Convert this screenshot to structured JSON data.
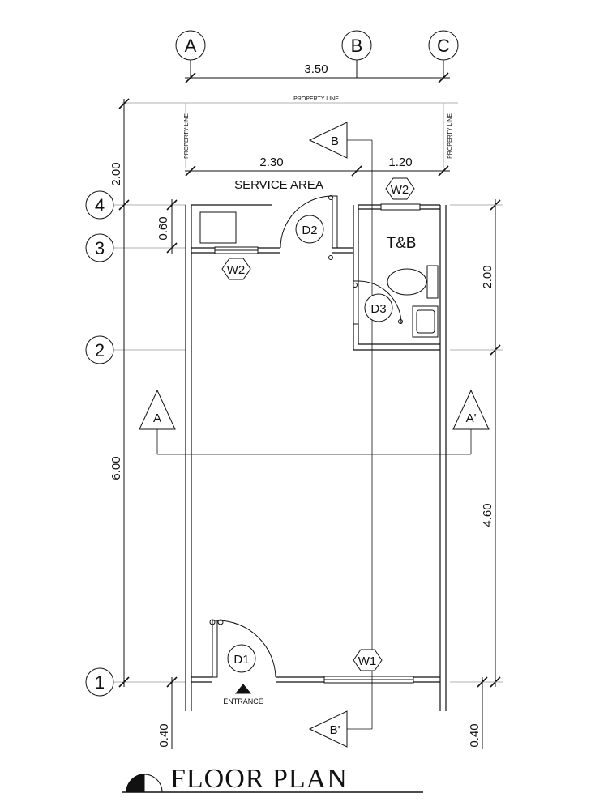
{
  "plan": {
    "title": "FLOOR PLAN",
    "entrance_label": "ENTRANCE",
    "property_line_label": "PROPERTY LINE",
    "rooms": {
      "service_area": "SERVICE AREA",
      "tb": "T&B"
    },
    "grid_columns": [
      "A",
      "B",
      "C"
    ],
    "grid_rows": [
      "4",
      "3",
      "2",
      "1"
    ],
    "dimensions": {
      "overall_width": "3.50",
      "service_width": "2.30",
      "tb_width": "1.20",
      "top_setback": "2.00",
      "service_depth": "0.60",
      "main_depth": "6.00",
      "tb_depth": "2.00",
      "right_depth": "4.60",
      "front_left": "0.40",
      "front_right": "0.40"
    },
    "tags": {
      "w2_service": "W2",
      "w2_tb": "W2",
      "w1": "W1",
      "d1": "D1",
      "d2": "D2",
      "d3": "D3"
    },
    "sections": {
      "a": "A",
      "a_prime": "A'",
      "b": "B",
      "b_prime": "B'"
    }
  }
}
